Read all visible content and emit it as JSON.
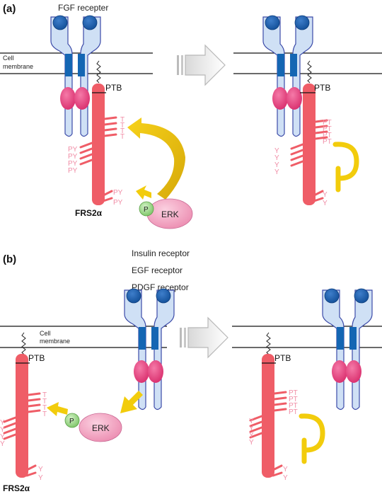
{
  "panels": {
    "a": {
      "label": "(a)",
      "receptor_title": "FGF recepter",
      "membrane_label_line1": "Cell",
      "membrane_label_line2": "membrane",
      "ptb_label": "PTB",
      "protein_label": "FRS2α",
      "erk_label": "ERK",
      "phospho_label": "P",
      "before_sites": {
        "threonine": [
          "T",
          "T",
          "T",
          "T"
        ],
        "tyrosine_mid": [
          "PY",
          "PY",
          "PY",
          "PY"
        ],
        "tyrosine_bottom": [
          "PY",
          "PY"
        ]
      },
      "after_sites": {
        "threonine": [
          "PT",
          "PT",
          "PT",
          "PT"
        ],
        "tyrosine_mid": [
          "Y",
          "Y",
          "Y",
          "Y"
        ],
        "tyrosine_bottom": [
          "Y",
          "Y"
        ]
      }
    },
    "b": {
      "label": "(b)",
      "receptor_list": [
        "Insulin receptor",
        "EGF receptor",
        "PDGF receptor"
      ],
      "membrane_label_line1": "Cell",
      "membrane_label_line2": "membrane",
      "ptb_label": "PTB",
      "protein_label": "FRS2α",
      "erk_label": "ERK",
      "phospho_label": "P",
      "before_sites": {
        "threonine": [
          "T",
          "T",
          "T",
          "T"
        ],
        "tyrosine_mid": [
          "Y",
          "Y",
          "Y",
          "Y"
        ],
        "tyrosine_bottom": [
          "Y",
          "Y"
        ]
      },
      "after_sites": {
        "threonine": [
          "PT",
          "PT",
          "PT",
          "PT"
        ],
        "tyrosine_mid": [
          "Y",
          "Y",
          "Y",
          "Y"
        ],
        "tyrosine_bottom": [
          "Y",
          "Y"
        ]
      }
    }
  },
  "colors": {
    "receptor_fill": "#cfe0f5",
    "receptor_outline": "#3b4aa8",
    "receptor_head": "#1f5fae",
    "receptor_tm": "#1466b3",
    "kinase": "#e8437f",
    "frs2": "#ef5d67",
    "site_text": "#f08da6",
    "feedback": "#f2cc0c",
    "erk": "#f3a0c0",
    "phospho": "#8fd27a"
  }
}
